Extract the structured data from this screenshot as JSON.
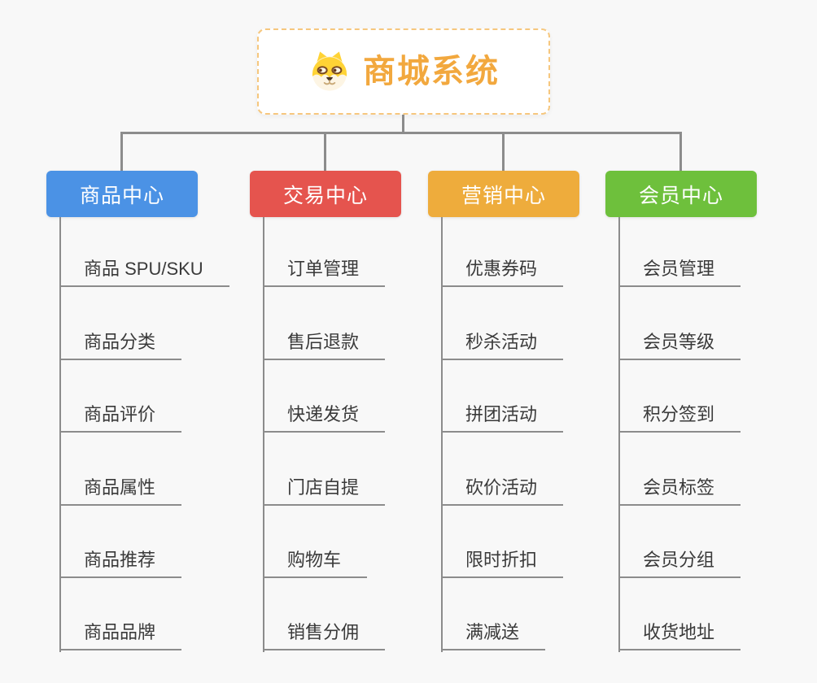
{
  "canvas": {
    "background": "#f8f8f8",
    "line_color": "#8c8c8c",
    "item_text_color": "#3a3a3a"
  },
  "root": {
    "label": "商城系统",
    "icon": "dog-face-icon",
    "text_color": "#f2a83e",
    "border_color": "#f6c77e",
    "background": "#ffffff"
  },
  "branches": [
    {
      "label": "商品中心",
      "color": "#4b92e5",
      "items": [
        "商品 SPU/SKU",
        "商品分类",
        "商品评价",
        "商品属性",
        "商品推荐",
        "商品品牌"
      ]
    },
    {
      "label": "交易中心",
      "color": "#e5544e",
      "items": [
        "订单管理",
        "售后退款",
        "快递发货",
        "门店自提",
        "购物车",
        "销售分佣"
      ]
    },
    {
      "label": "营销中心",
      "color": "#eeac3c",
      "items": [
        "优惠券码",
        "秒杀活动",
        "拼团活动",
        "砍价活动",
        "限时折扣",
        "满减送"
      ]
    },
    {
      "label": "会员中心",
      "color": "#6ec03c",
      "items": [
        "会员管理",
        "会员等级",
        "积分签到",
        "会员标签",
        "会员分组",
        "收货地址"
      ]
    }
  ]
}
